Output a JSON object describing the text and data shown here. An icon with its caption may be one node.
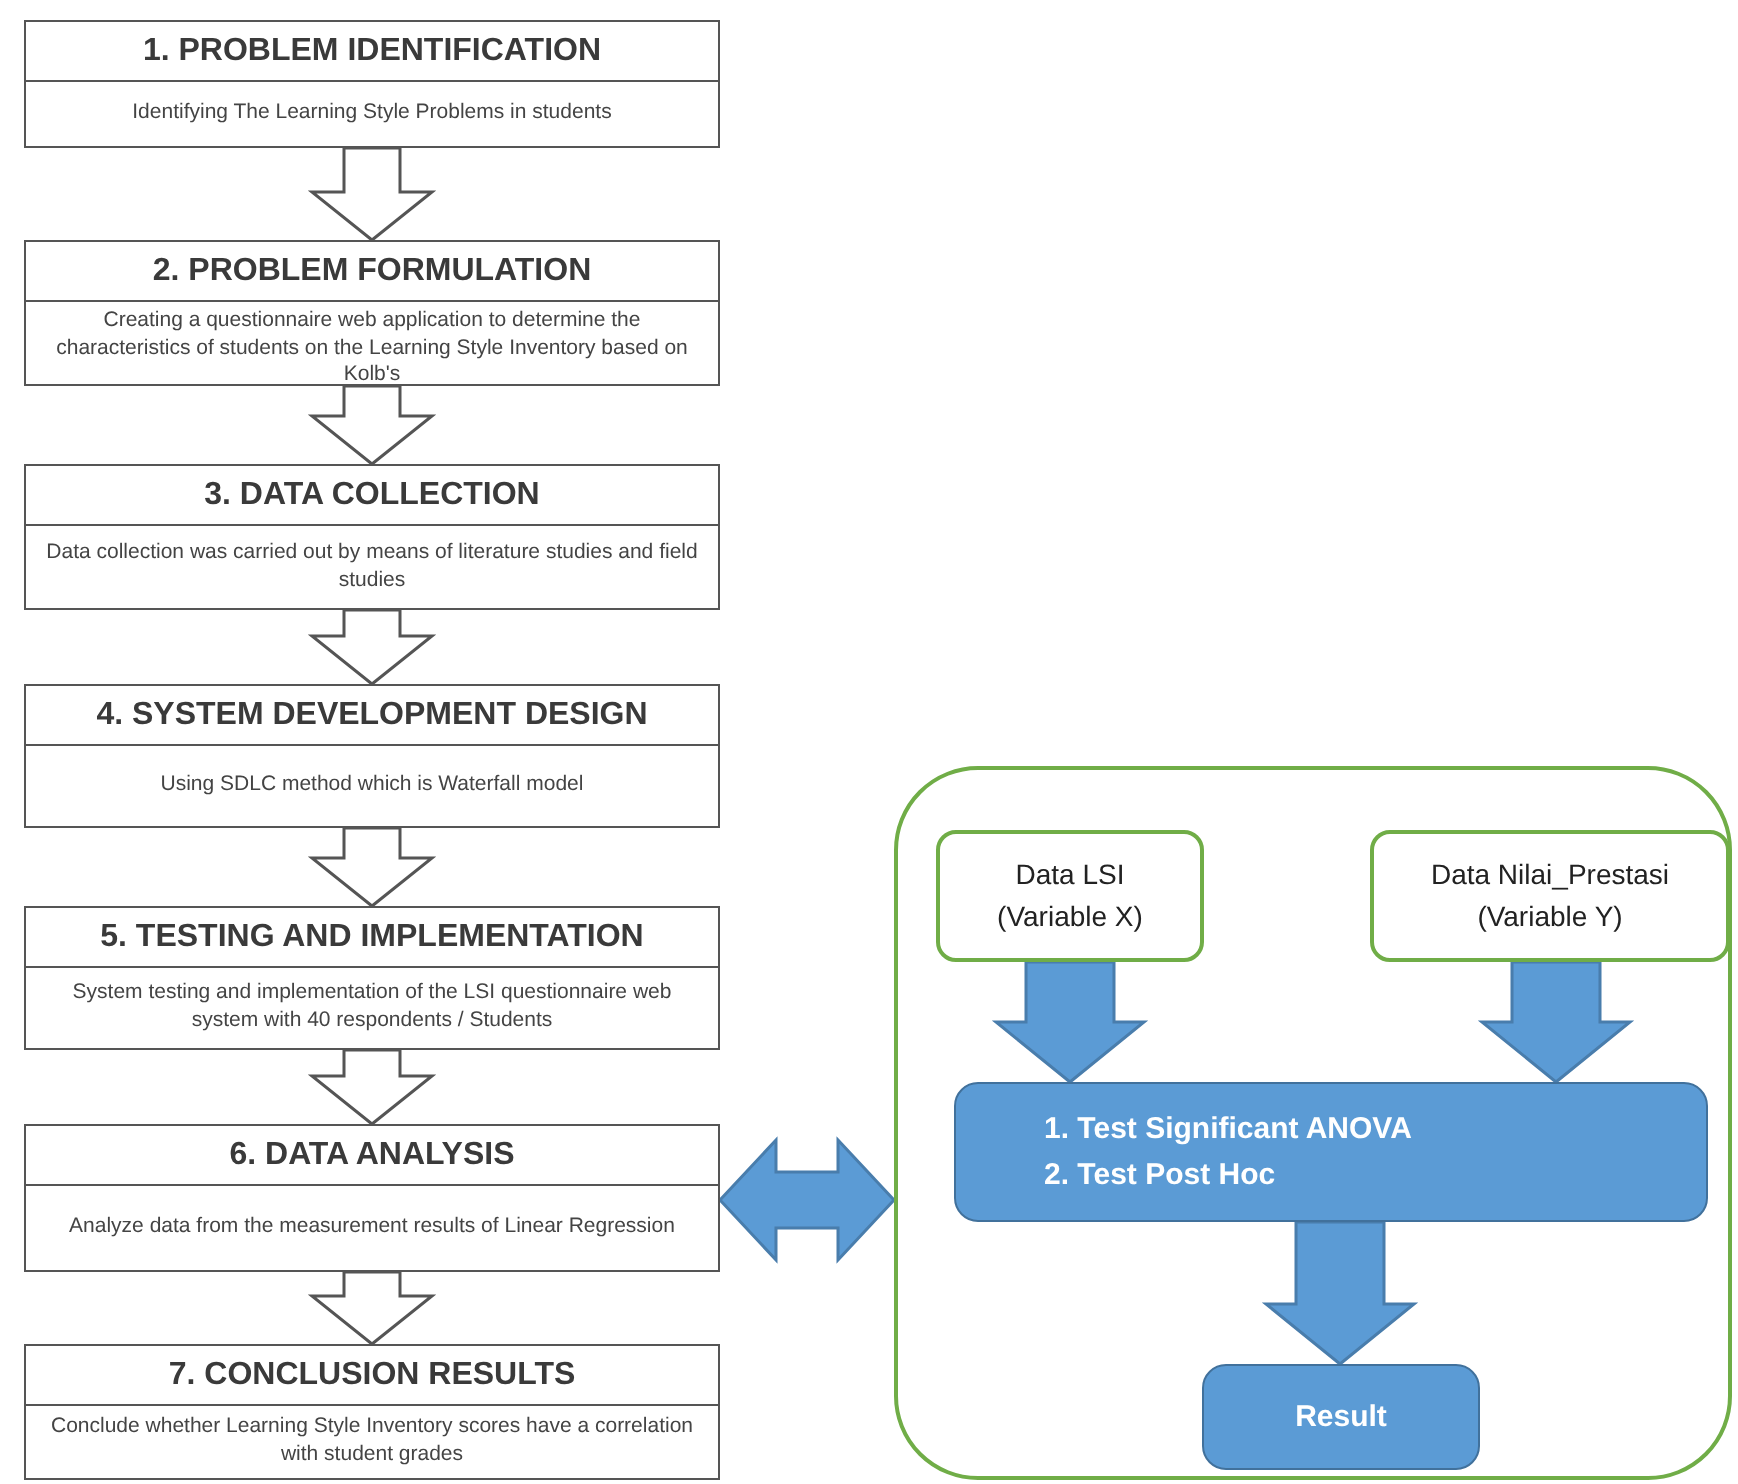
{
  "diagram": {
    "nodes": [
      {
        "text": [
          "1. PROBLEM IDENTIFICATION",
          "Identifying The Learning Style Problems in students"
        ]
      },
      {
        "text": [
          "2. PROBLEM FORMULATION",
          "Creating a questionnaire web application to determine the characteristics of students on the Learning Style Inventory based on Kolb's"
        ]
      },
      {
        "text": [
          "3. DATA COLLECTION",
          "Data collection was carried out by means of literature studies and field studies"
        ]
      },
      {
        "text": [
          "4. SYSTEM DEVELOPMENT DESIGN",
          "Using SDLC method which is Waterfall model"
        ]
      },
      {
        "text": [
          "5. TESTING AND IMPLEMENTATION",
          "System testing and implementation of the LSI questionnaire web system with 40 respondents / Students"
        ]
      },
      {
        "text": [
          "6. DATA ANALYSIS",
          "Analyze data from the measurement results of Linear Regression"
        ]
      },
      {
        "text": [
          "7. CONCLUSION RESULTS",
          "Conclude whether Learning Style Inventory scores have a correlation with student grades"
        ]
      },
      {
        "text": [],
        "shape": "box"
      },
      {
        "text": [
          "Data LSI (Variable X)"
        ],
        "in": 7
      },
      {
        "text": [
          "Data Nilai_Prestasi (Variable Y)"
        ],
        "in": 7
      },
      {
        "text": [
          "1. Test Significant ANOVA",
          "2. Test Post Hoc"
        ],
        "in": 7
      },
      {
        "text": [
          "Result"
        ],
        "in": 7
      }
    ],
    "edges": [
      {
        "from": 0,
        "to": 1,
        "arrow": "to"
      },
      {
        "from": 1,
        "to": 2,
        "arrow": "to"
      },
      {
        "from": 2,
        "to": 3,
        "arrow": "to"
      },
      {
        "from": 3,
        "to": 4,
        "arrow": "to"
      },
      {
        "from": 4,
        "to": 5,
        "arrow": "to"
      },
      {
        "from": 5,
        "to": 6,
        "arrow": "to"
      },
      {
        "from": 5,
        "to": 7,
        "arrow": "both",
        "color": "#5b9bd5"
      },
      {
        "from": 8,
        "to": 10,
        "arrow": "to",
        "color": "#5b9bd5"
      },
      {
        "from": 9,
        "to": 10,
        "arrow": "to",
        "color": "#5b9bd5"
      },
      {
        "from": 10,
        "to": 11,
        "arrow": "to",
        "color": "#5b9bd5"
      }
    ]
  }
}
